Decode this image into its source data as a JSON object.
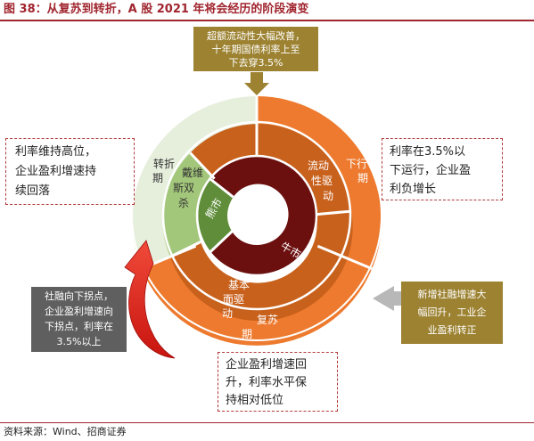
{
  "figure": {
    "title": "图 38：从复苏到转折，A 股 2021 年将会经历的阶段演变",
    "source": "资料来源：Wind、招商证券"
  },
  "callouts": {
    "top": [
      "超额流动性大幅改善，",
      "十年期国债利率上至",
      "下去穿3.5%"
    ],
    "left_top": [
      "利率维持高位，",
      "企业盈利增速持",
      "续回落"
    ],
    "right_top": [
      "利率在3.5%以",
      "下运行，企业盈",
      "利负增长"
    ],
    "left_bottom": [
      "社融向下拐点，",
      "企业盈利增速向",
      "下拐点，利率在",
      "3.5%以上"
    ],
    "right_bottom": [
      "新增社融增速大",
      "幅回升，工业企",
      "业盈利转正"
    ],
    "bottom": [
      "企业盈利增速回",
      "升，利率水平保",
      "持相对低位"
    ]
  },
  "rings": {
    "outer": {
      "turning": [
        "转折",
        "期"
      ],
      "downward": [
        "下行",
        "期"
      ],
      "recovery": [
        "复苏",
        "期"
      ]
    },
    "middle": {
      "davis": [
        "戴维",
        "斯双",
        "杀"
      ],
      "liquidity": [
        "流动",
        "性驱",
        "动"
      ],
      "fundamental": [
        "基本",
        "面驱",
        "动"
      ]
    },
    "inner": {
      "bear": "熊市",
      "bull": "牛市"
    }
  },
  "colors": {
    "outer_green": "#e6eedc",
    "outer_orange": "#ed7a2e",
    "middle_green": "#a3c77a",
    "middle_orange": "#c8611c",
    "inner_green": "#5f8d3a",
    "inner_maroon": "#6b0f0f",
    "arrow_red": "#e0201a",
    "arrow_gold": "#9c8231",
    "title_red": "#a0252e"
  }
}
